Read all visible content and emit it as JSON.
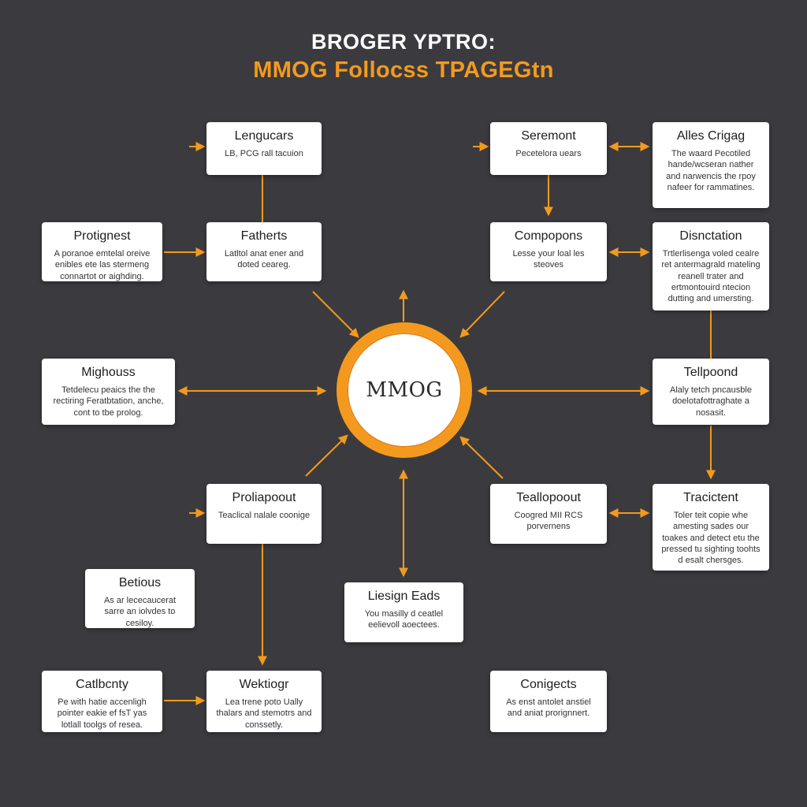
{
  "header": {
    "title": "BROGER YPTRO:",
    "subtitle": "MMOG Follocss TPAGEGtn"
  },
  "center": {
    "label": "MMOG"
  },
  "colors": {
    "background": "#3b3b3f",
    "accent": "#f39a1e",
    "card": "#ffffff"
  },
  "nodes": {
    "lengucars": {
      "title": "Lengucars",
      "body": "LB, PCG rall tacuion"
    },
    "seremont": {
      "title": "Seremont",
      "body": "Pecetelora uears"
    },
    "alles_crigag": {
      "title": "Alles Crigag",
      "body": "The waard Pecotiled hande/wcseran nather and narwencis the rpoy nafeer for rammatines."
    },
    "protignest": {
      "title": "Protignest",
      "body": "A poranoe emtelal oreive enibles ete las stermeng connartot or aighding."
    },
    "fatherts": {
      "title": "Fatherts",
      "body": "Latltol anat ener and doted ceareg."
    },
    "compopons": {
      "title": "Compopons",
      "body": "Lesse your loal les steoves"
    },
    "disnctation": {
      "title": "Disnctation",
      "body": "Trtlerlisenga voled cealre ret antermagrald mateling reanell trater and ertmontouird ntecion dutting and umersting."
    },
    "mighouss": {
      "title": "Mighouss",
      "body": "Tetdelecu peaics the the rectiring Feratbtation, anche, cont to tbe prolog."
    },
    "tellpoond": {
      "title": "Tellpoond",
      "body": "Alaly tetch pncausble doelotafottraghate a nosasit."
    },
    "proliapoout": {
      "title": "Proliapoout",
      "body": "Teaclical nalale coonige"
    },
    "teallopoout": {
      "title": "Teallopoout",
      "body": "Coogred MII RCS porvernens"
    },
    "tracictent": {
      "title": "Tracictent",
      "body": "Toler teit copie whe amesting sades our toakes and detect etu the pressed tu sighting toohts d esalt chersges."
    },
    "betious": {
      "title": "Betious",
      "body": "As ar lececaucerat sarre an iolvdes to cesiloy."
    },
    "liesign_eads": {
      "title": "Liesign Eads",
      "body": "You masilly d ceatlel eelievoll aoectees."
    },
    "catlbcnty": {
      "title": "Catlbcnty",
      "body": "Pe with hatie accenligh pointer eakie ef fsT yas lotlall toolgs of resea."
    },
    "wektiogr": {
      "title": "Wektiogr",
      "body": "Lea trene poto Ually thalars and stemotrs and conssetly."
    },
    "conigects": {
      "title": "Conigects",
      "body": "As enst antolet anstiel and aniat prorignnert."
    }
  }
}
